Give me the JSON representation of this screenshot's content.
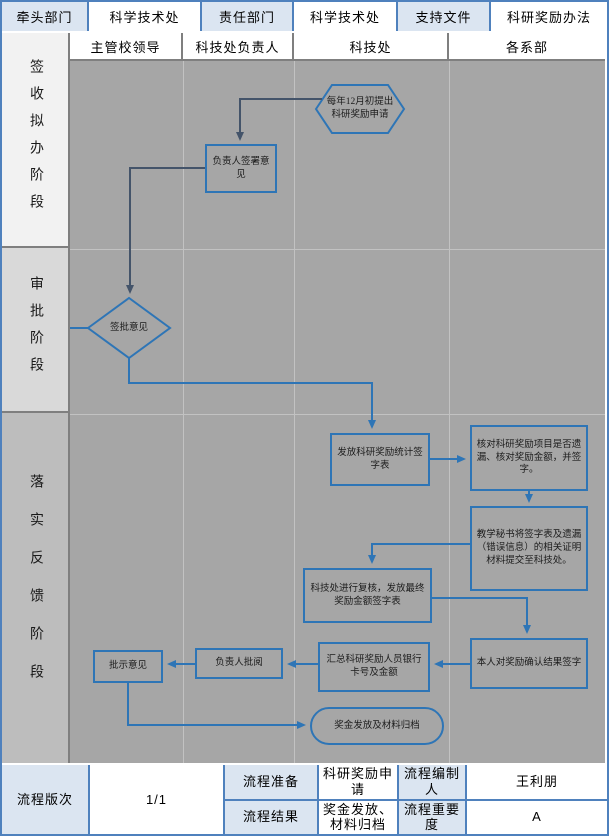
{
  "top_bar": {
    "cells": [
      {
        "text": "牵头部门"
      },
      {
        "text": "科学技术处"
      },
      {
        "text": "责任部门"
      },
      {
        "text": "科学技术处"
      },
      {
        "text": "支持文件"
      },
      {
        "text": "科研奖励办法"
      }
    ]
  },
  "lane_headers": [
    "主管校领导",
    "科技处负责人",
    "科技处",
    "各系部"
  ],
  "phases": [
    "签收拟办阶段",
    "审批阶段",
    "落实反馈阶段"
  ],
  "flow": {
    "nodes": {
      "start": "每年12月初提出科研奖励申请",
      "sign_opinion": "负责人签署意见",
      "approve_opinion": "签批意见",
      "issue_stat_table": "发放科研奖励统计签字表",
      "check_items": "核对科研奖励项目是否遗漏、核对奖励金额，并签字。",
      "secretary_submit": "教学秘书将签字表及遗漏（错误信息）的相关证明材料提交至科技处。",
      "recheck": "科技处进行复核，发放最终奖励金额签字表",
      "self_confirm": "本人对奖励确认结果签字",
      "collect_bank": "汇总科研奖励人员银行卡号及金额",
      "leader_review": "负责人批阅",
      "instruction": "批示意见",
      "end": "奖金发放及材料归档"
    }
  },
  "bottom_bar": {
    "prep_label": "流程准备",
    "prep_value": "科研奖励申请",
    "author_label": "流程编制人",
    "author_value": "王利朋",
    "version_label": "流程版次",
    "version_value": "1/1",
    "result_label": "流程结果",
    "result_value": "奖金发放、材料归档",
    "importance_label": "流程重要度",
    "importance_value": "A"
  },
  "colors": {
    "frame_blue": "#4f81bd",
    "cell_blue": "#dbe5f1",
    "shape_blue": "#2e75b6",
    "connector_dark": "#44546a",
    "flow_bg": "#a6a6a6"
  }
}
